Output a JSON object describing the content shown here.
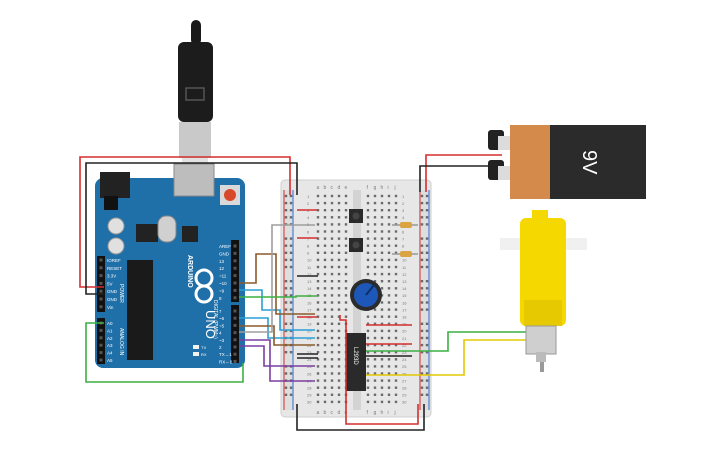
{
  "arduino": {
    "brand": "ARDUINO",
    "model": "UNO",
    "header_top": [
      "AREF",
      "GND",
      "13",
      "12",
      "~11",
      "~10",
      "~9",
      "8"
    ],
    "header_bottom": [
      "7",
      "~6",
      "~5",
      "4",
      "~3",
      "2",
      "TX→1",
      "RX←0"
    ],
    "digital_caption": "DIGITAL (PWM~)",
    "power_pins": [
      "IOREF",
      "RESET",
      "3.3V",
      "5V",
      "GND",
      "GND",
      "Vin"
    ],
    "power_caption": "POWER",
    "analog_pins": [
      "A0",
      "A1",
      "A2",
      "A3",
      "A4",
      "A5"
    ],
    "analog_caption": "ANALOG IN",
    "led_labels": [
      "TX",
      "RX"
    ]
  },
  "breadboard": {
    "columns_left": [
      "a",
      "b",
      "c",
      "d",
      "e"
    ],
    "columns_right": [
      "f",
      "g",
      "h",
      "i",
      "j"
    ],
    "row_numbers": [
      "1",
      "2",
      "3",
      "4",
      "5",
      "6",
      "7",
      "8",
      "9",
      "10",
      "11",
      "12",
      "13",
      "14",
      "15",
      "16",
      "17",
      "18",
      "19",
      "20",
      "21",
      "22",
      "23",
      "24",
      "25",
      "26",
      "27",
      "28",
      "29",
      "30"
    ]
  },
  "ic": {
    "label": "L293D"
  },
  "battery": {
    "label": "9V"
  },
  "colors": {
    "red_wire": "#d32f2f",
    "black_wire": "#222222",
    "green_wire": "#3cb043",
    "yellow_wire": "#e3c800",
    "blue_wire": "#2a9fd6",
    "brown_wire": "#8b5a2b",
    "purple_wire": "#7b3fa0",
    "grey_wire": "#9e9e9e",
    "board_blue": "#1f6fa8",
    "motor_yellow": "#f5d800",
    "battery_orange": "#d38a4a"
  }
}
